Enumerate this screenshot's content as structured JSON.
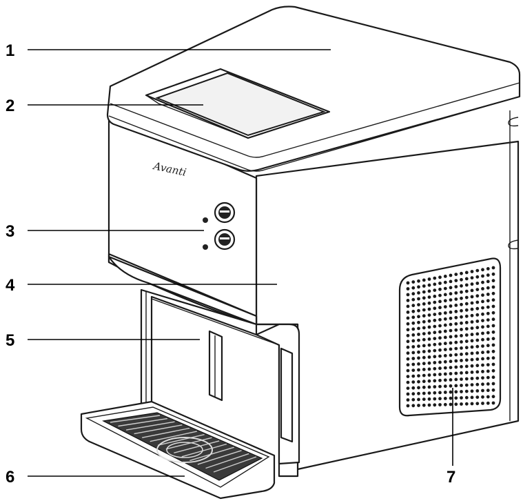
{
  "brand": {
    "logo_text": "Avanti"
  },
  "callouts": [
    {
      "label": "1"
    },
    {
      "label": "2"
    },
    {
      "label": "3"
    },
    {
      "label": "4"
    },
    {
      "label": "5"
    },
    {
      "label": "6"
    },
    {
      "label": "7"
    }
  ]
}
